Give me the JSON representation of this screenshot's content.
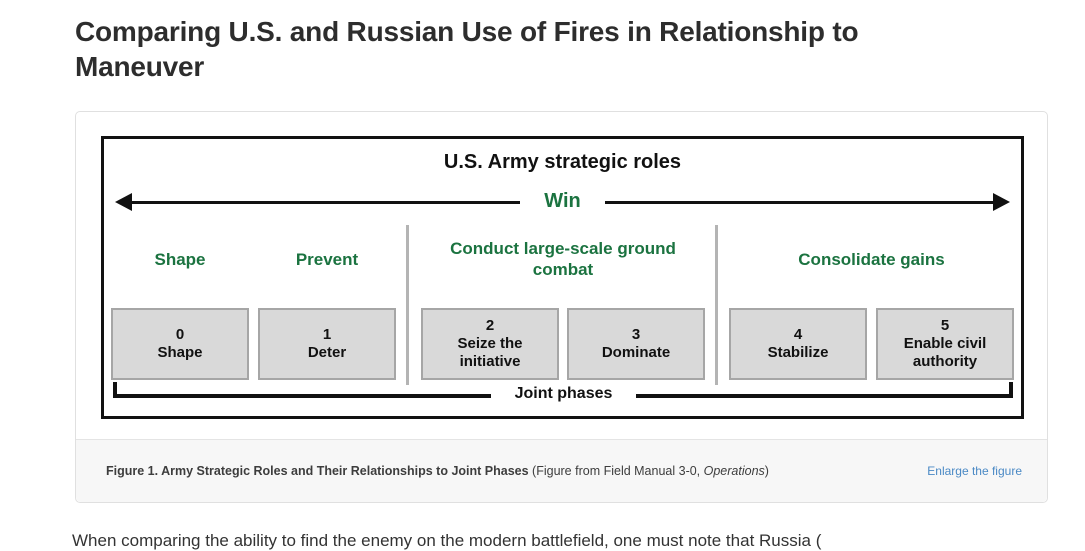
{
  "page": {
    "title": "Comparing U.S. and Russian Use of Fires in Relationship to Maneuver",
    "body_text_clipped": "When comparing the ability to find the enemy on the modern battlefield, one must note that Russia ("
  },
  "figure": {
    "diagram": {
      "title": "U.S. Army strategic roles",
      "win_label": "Win",
      "section_labels": [
        "Shape",
        "Prevent",
        "Conduct large-scale ground combat",
        "Consolidate gains"
      ],
      "boxes": [
        {
          "number": "0",
          "name": "Shape"
        },
        {
          "number": "1",
          "name": "Deter"
        },
        {
          "number": "2",
          "name": "Seize the initiative"
        },
        {
          "number": "3",
          "name": "Dominate"
        },
        {
          "number": "4",
          "name": "Stabilize"
        },
        {
          "number": "5",
          "name": "Enable civil authority"
        }
      ],
      "bracket_label": "Joint phases"
    },
    "caption": {
      "label_bold": "Figure 1. Army Strategic Roles and Their Relationships to Joint Phases",
      "source_prefix": " (Figure from Field Manual 3-0, ",
      "source_italic": "Operations",
      "source_suffix": ")",
      "enlarge_link": "Enlarge the figure"
    },
    "colors": {
      "accent_green": "#1b7340",
      "diagram_black": "#111111",
      "phase_box_fill": "#d9d9d9",
      "phase_box_border": "#a6a6a6",
      "link_blue": "#4a89c5"
    }
  }
}
